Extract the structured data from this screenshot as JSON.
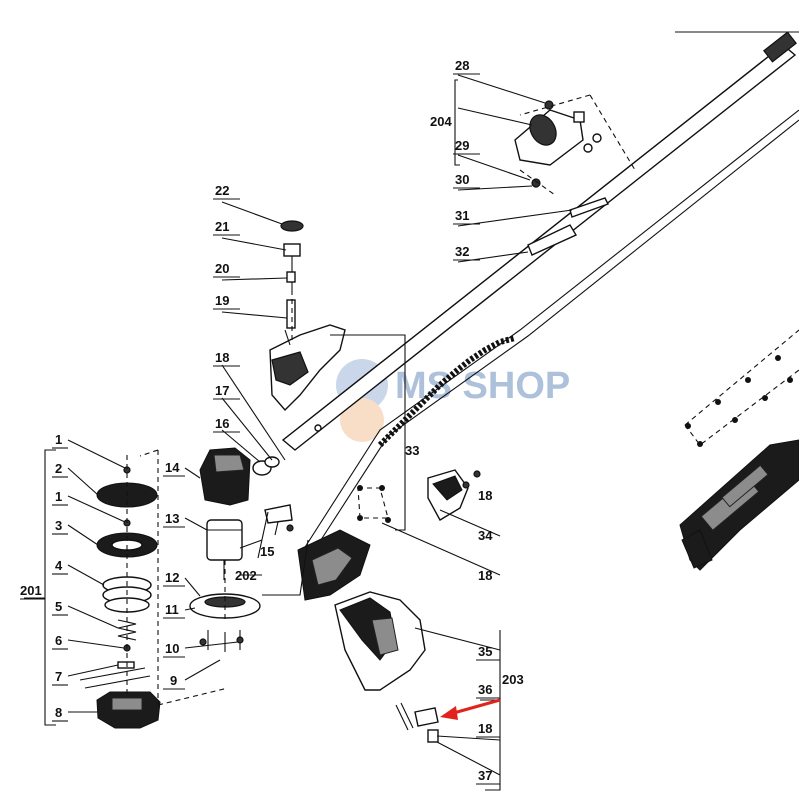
{
  "diagram": {
    "watermark": "MS SHOP",
    "labels": {
      "p1a": "1",
      "p2": "2",
      "p1b": "1",
      "p3": "3",
      "p4": "4",
      "p201": "201",
      "p5": "5",
      "p6": "6",
      "p7": "7",
      "p8": "8",
      "p9": "9",
      "p10": "10",
      "p11": "11",
      "p12": "12",
      "p13": "13",
      "p14": "14",
      "p15": "15",
      "p16": "16",
      "p17": "17",
      "p18a": "18",
      "p18b": "18",
      "p18c": "18",
      "p18d": "18",
      "p19": "19",
      "p20": "20",
      "p21": "21",
      "p22": "22",
      "p202": "202",
      "p28": "28",
      "p204": "204",
      "p29": "29",
      "p30": "30",
      "p31": "31",
      "p32": "32",
      "p33": "33",
      "p34": "34",
      "p35": "35",
      "p36": "36",
      "p37": "37",
      "p203": "203"
    },
    "colors": {
      "arrow": "#e0241b",
      "watermark_blue": "#6b8fbf",
      "watermark_orange": "#f0a060"
    }
  }
}
